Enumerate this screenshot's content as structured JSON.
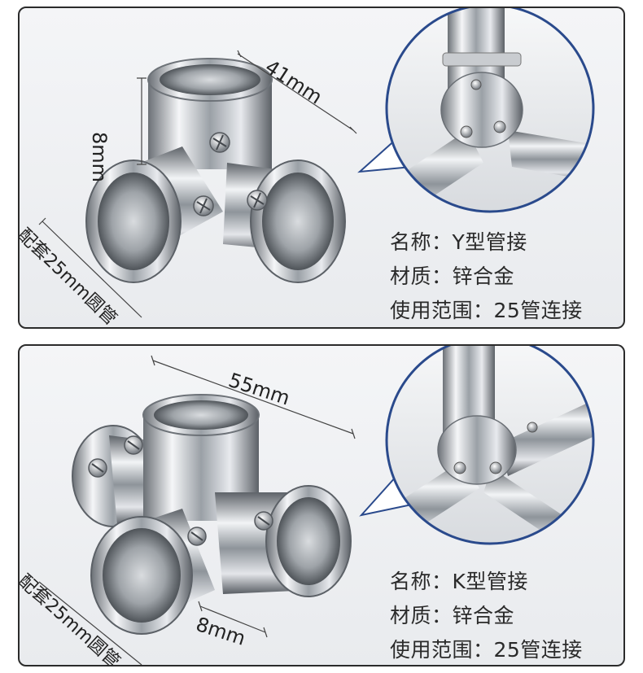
{
  "products": [
    {
      "dimensions": {
        "width": "41mm",
        "height": "8mm",
        "fits": "配套25mm圆管"
      },
      "specs": {
        "name": "名称：Y型管接",
        "material": "材质：锌合金",
        "usage": "使用范围：25管连接"
      }
    },
    {
      "dimensions": {
        "width": "55mm",
        "depth": "8mm",
        "fits": "配套25mm圆管"
      },
      "specs": {
        "name": "名称：K型管接",
        "material": "材质：锌合金",
        "usage": "使用范围：25管连接"
      }
    }
  ],
  "colors": {
    "border": "#2b2b2b",
    "circle_ring": "#2a4a8c",
    "chrome_light": "#f2f4f6",
    "chrome_dark": "#5d6268"
  }
}
